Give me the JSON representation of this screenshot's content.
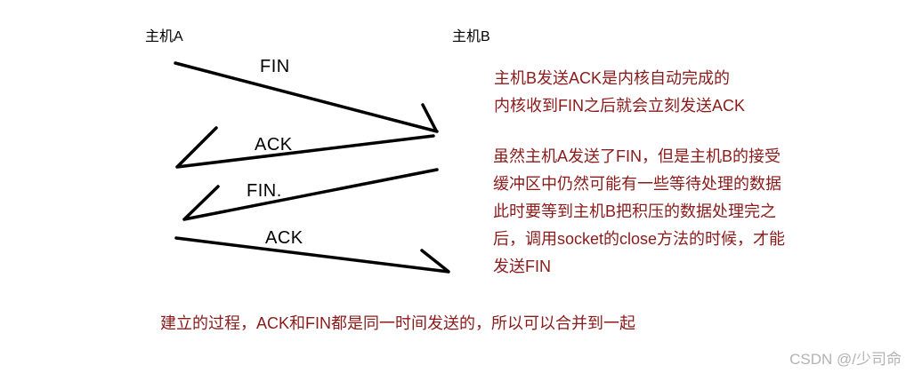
{
  "hosts": {
    "a": "主机A",
    "b": "主机B"
  },
  "arrows": [
    {
      "label": "FIN",
      "direction": "a-to-b"
    },
    {
      "label": "ACK",
      "direction": "b-to-a"
    },
    {
      "label": "FIN.",
      "direction": "b-to-a"
    },
    {
      "label": "ACK",
      "direction": "a-to-b"
    }
  ],
  "notes": {
    "ack_note_lines": [
      "主机B发送ACK是内核自动完成的",
      "内核收到FIN之后就会立刻发送ACK"
    ],
    "fin_note_lines": [
      "虽然主机A发送了FIN，但是主机B的接受",
      "缓冲区中仍然可能有一些等待处理的数据",
      "此时要等到主机B把积压的数据处理完之",
      "后，调用socket的close方法的时候，才能",
      "发送FIN"
    ],
    "bottom_note": "建立的过程，ACK和FIN都是同一时间发送的，所以可以合并到一起"
  },
  "watermark": "CSDN @/少司命",
  "colors": {
    "ink": "#000000",
    "note_red": "#8b1a1a",
    "watermark_gray": "#b3b3b3"
  }
}
